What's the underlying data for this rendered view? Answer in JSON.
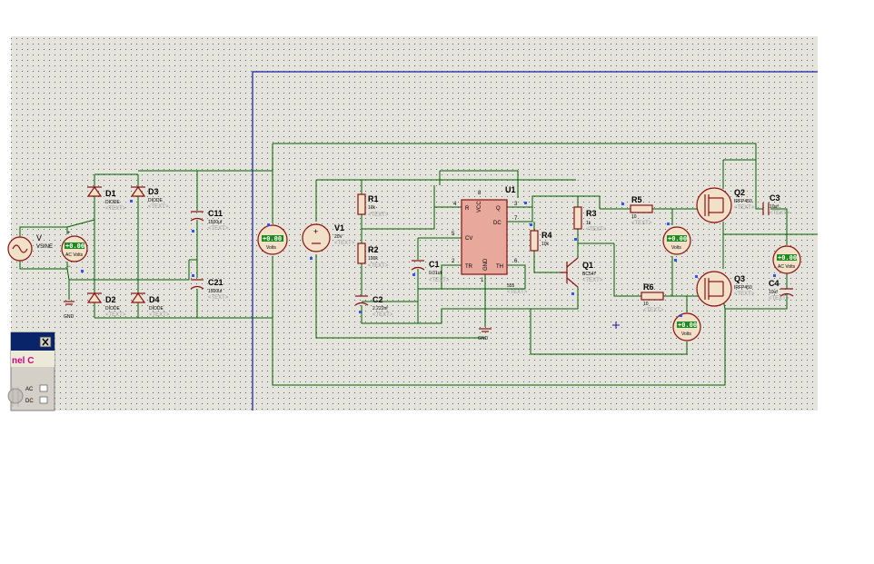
{
  "sheet": {
    "background": "#e4e4dc",
    "grid_color": "#5a5a5a",
    "wire_color": "#006000",
    "component_color": "#8a1010",
    "frame_color": "#1a1aa0"
  },
  "placeholder": "<TEXT>",
  "components": {
    "vsine": {
      "ref": "V",
      "value": "VSINE"
    },
    "d1": {
      "ref": "D1",
      "value": "DIODE"
    },
    "d2": {
      "ref": "D2",
      "value": "DIODE"
    },
    "d3": {
      "ref": "D3",
      "value": "DIODE"
    },
    "d4": {
      "ref": "D4",
      "value": "DIODE"
    },
    "c11": {
      "ref": "C11",
      "value": "1500uf"
    },
    "c21": {
      "ref": "C21",
      "value": "1500uf"
    },
    "gnd1": {
      "ref": "GND"
    },
    "v1": {
      "ref": "V1",
      "value": "20V"
    },
    "r1": {
      "ref": "R1",
      "value": "10k"
    },
    "r2": {
      "ref": "R2",
      "value": "100k"
    },
    "c1": {
      "ref": "C1",
      "value": "0.01uf"
    },
    "c2": {
      "ref": "C2",
      "value": "2.222nf"
    },
    "u1": {
      "ref": "U1",
      "value": "555",
      "pins": {
        "R": "R",
        "VCC": "VCC",
        "Q": "Q",
        "DC": "DC",
        "CV": "CV",
        "TR": "TR",
        "GND": "GND",
        "TH": "TH"
      },
      "pin_numbers": {
        "p4": "4",
        "p8": "8",
        "p3": "3",
        "p7": "7",
        "p5": "5",
        "p2": "2",
        "p1": "1",
        "p6": "6"
      }
    },
    "gnd2": {
      "ref": "GND"
    },
    "r3": {
      "ref": "R3",
      "value": "1k"
    },
    "r4": {
      "ref": "R4",
      "value": "10k"
    },
    "q1": {
      "ref": "Q1",
      "value": "BC547"
    },
    "r5": {
      "ref": "R5",
      "value": "10"
    },
    "r6": {
      "ref": "R6",
      "value": "10"
    },
    "q2": {
      "ref": "Q2",
      "value": "IRFP450"
    },
    "q3": {
      "ref": "Q3",
      "value": "IRFP450"
    },
    "c3": {
      "ref": "C3",
      "value": "10uf"
    },
    "c4": {
      "ref": "C4",
      "value": "10uf"
    }
  },
  "meters": {
    "ac_in": {
      "reading": "+0.00",
      "unit": "AC Volts"
    },
    "dc_bus": {
      "reading": "+0.00",
      "unit": "Volts"
    },
    "gate_q2": {
      "reading": "+0.00",
      "unit": "Volts"
    },
    "gate_q3": {
      "reading": "+0.00",
      "unit": "Volts"
    },
    "ac_out": {
      "reading": "+0.00",
      "unit": "AC Volts"
    }
  },
  "oscilloscope_panel": {
    "channel_label": "nel C",
    "modes": [
      "AC",
      "DC"
    ]
  }
}
